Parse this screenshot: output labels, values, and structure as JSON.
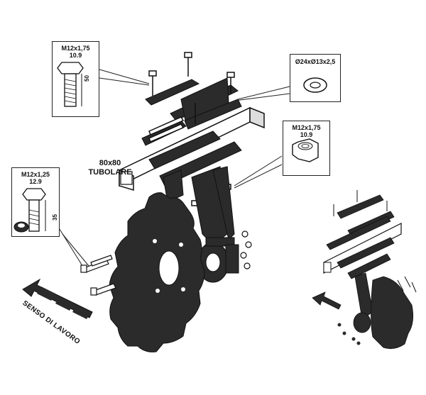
{
  "callouts": {
    "bolt_m12x175": {
      "spec": "M12x1,75",
      "grade": "10.9",
      "length": "50"
    },
    "washer": {
      "spec": "Ø24xØ13x2,5"
    },
    "nut_m12x175": {
      "spec": "M12x1,75",
      "grade": "10.9"
    },
    "bolt_m12x125": {
      "spec": "M12x1,25",
      "grade": "12.9",
      "length": "35"
    }
  },
  "frame_label": {
    "line1": "80x80",
    "line2": "TUBOLARE"
  },
  "work_direction": "SENSO DI LAVORO",
  "colors": {
    "ink": "#1a1a1a",
    "part_fill": "#2b2b2b",
    "paper": "#ffffff"
  }
}
